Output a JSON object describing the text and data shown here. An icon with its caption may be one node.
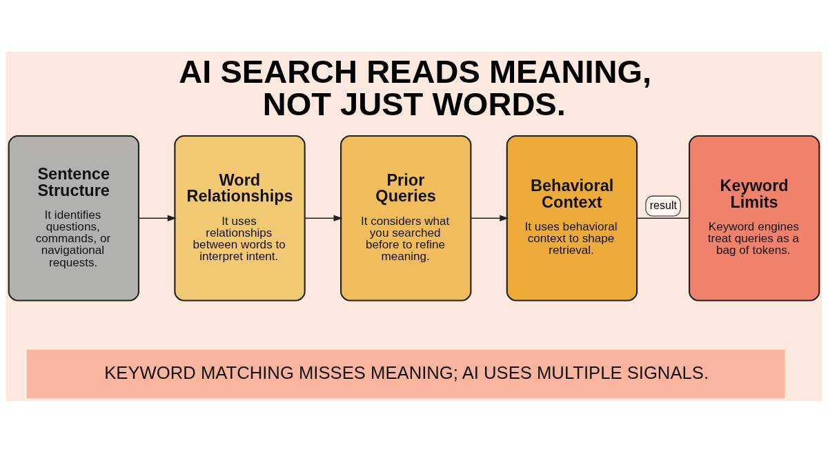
{
  "diagram": {
    "title": "AI SEARCH READS MEANING, NOT JUST WORDS.",
    "nodes": [
      {
        "text": [
          "Sentence Structure",
          "It identifies questions, commands, or navigational requests."
        ]
      },
      {
        "text": [
          "Word Relationships",
          "It uses relationships between words to interpret intent."
        ]
      },
      {
        "text": [
          "Prior Queries",
          "It considers what you searched before to refine meaning."
        ]
      },
      {
        "text": [
          "Behavioral Context",
          "It uses behavioral context to shape retrieval."
        ]
      },
      {
        "text": [
          "Keyword Limits",
          "Keyword engines treat queries as a bag of tokens."
        ]
      },
      {
        "text": [
          "KEYWORD MATCHING MISSES MEANING; AI USES MULTIPLE SIGNALS."
        ]
      }
    ],
    "edges": [
      {
        "from": 0,
        "to": 1,
        "arrow": "to"
      },
      {
        "from": 1,
        "to": 2,
        "arrow": "to"
      },
      {
        "from": 2,
        "to": 3,
        "arrow": "to"
      },
      {
        "from": 3,
        "to": 4,
        "arrow": "none",
        "label": "result"
      }
    ]
  }
}
